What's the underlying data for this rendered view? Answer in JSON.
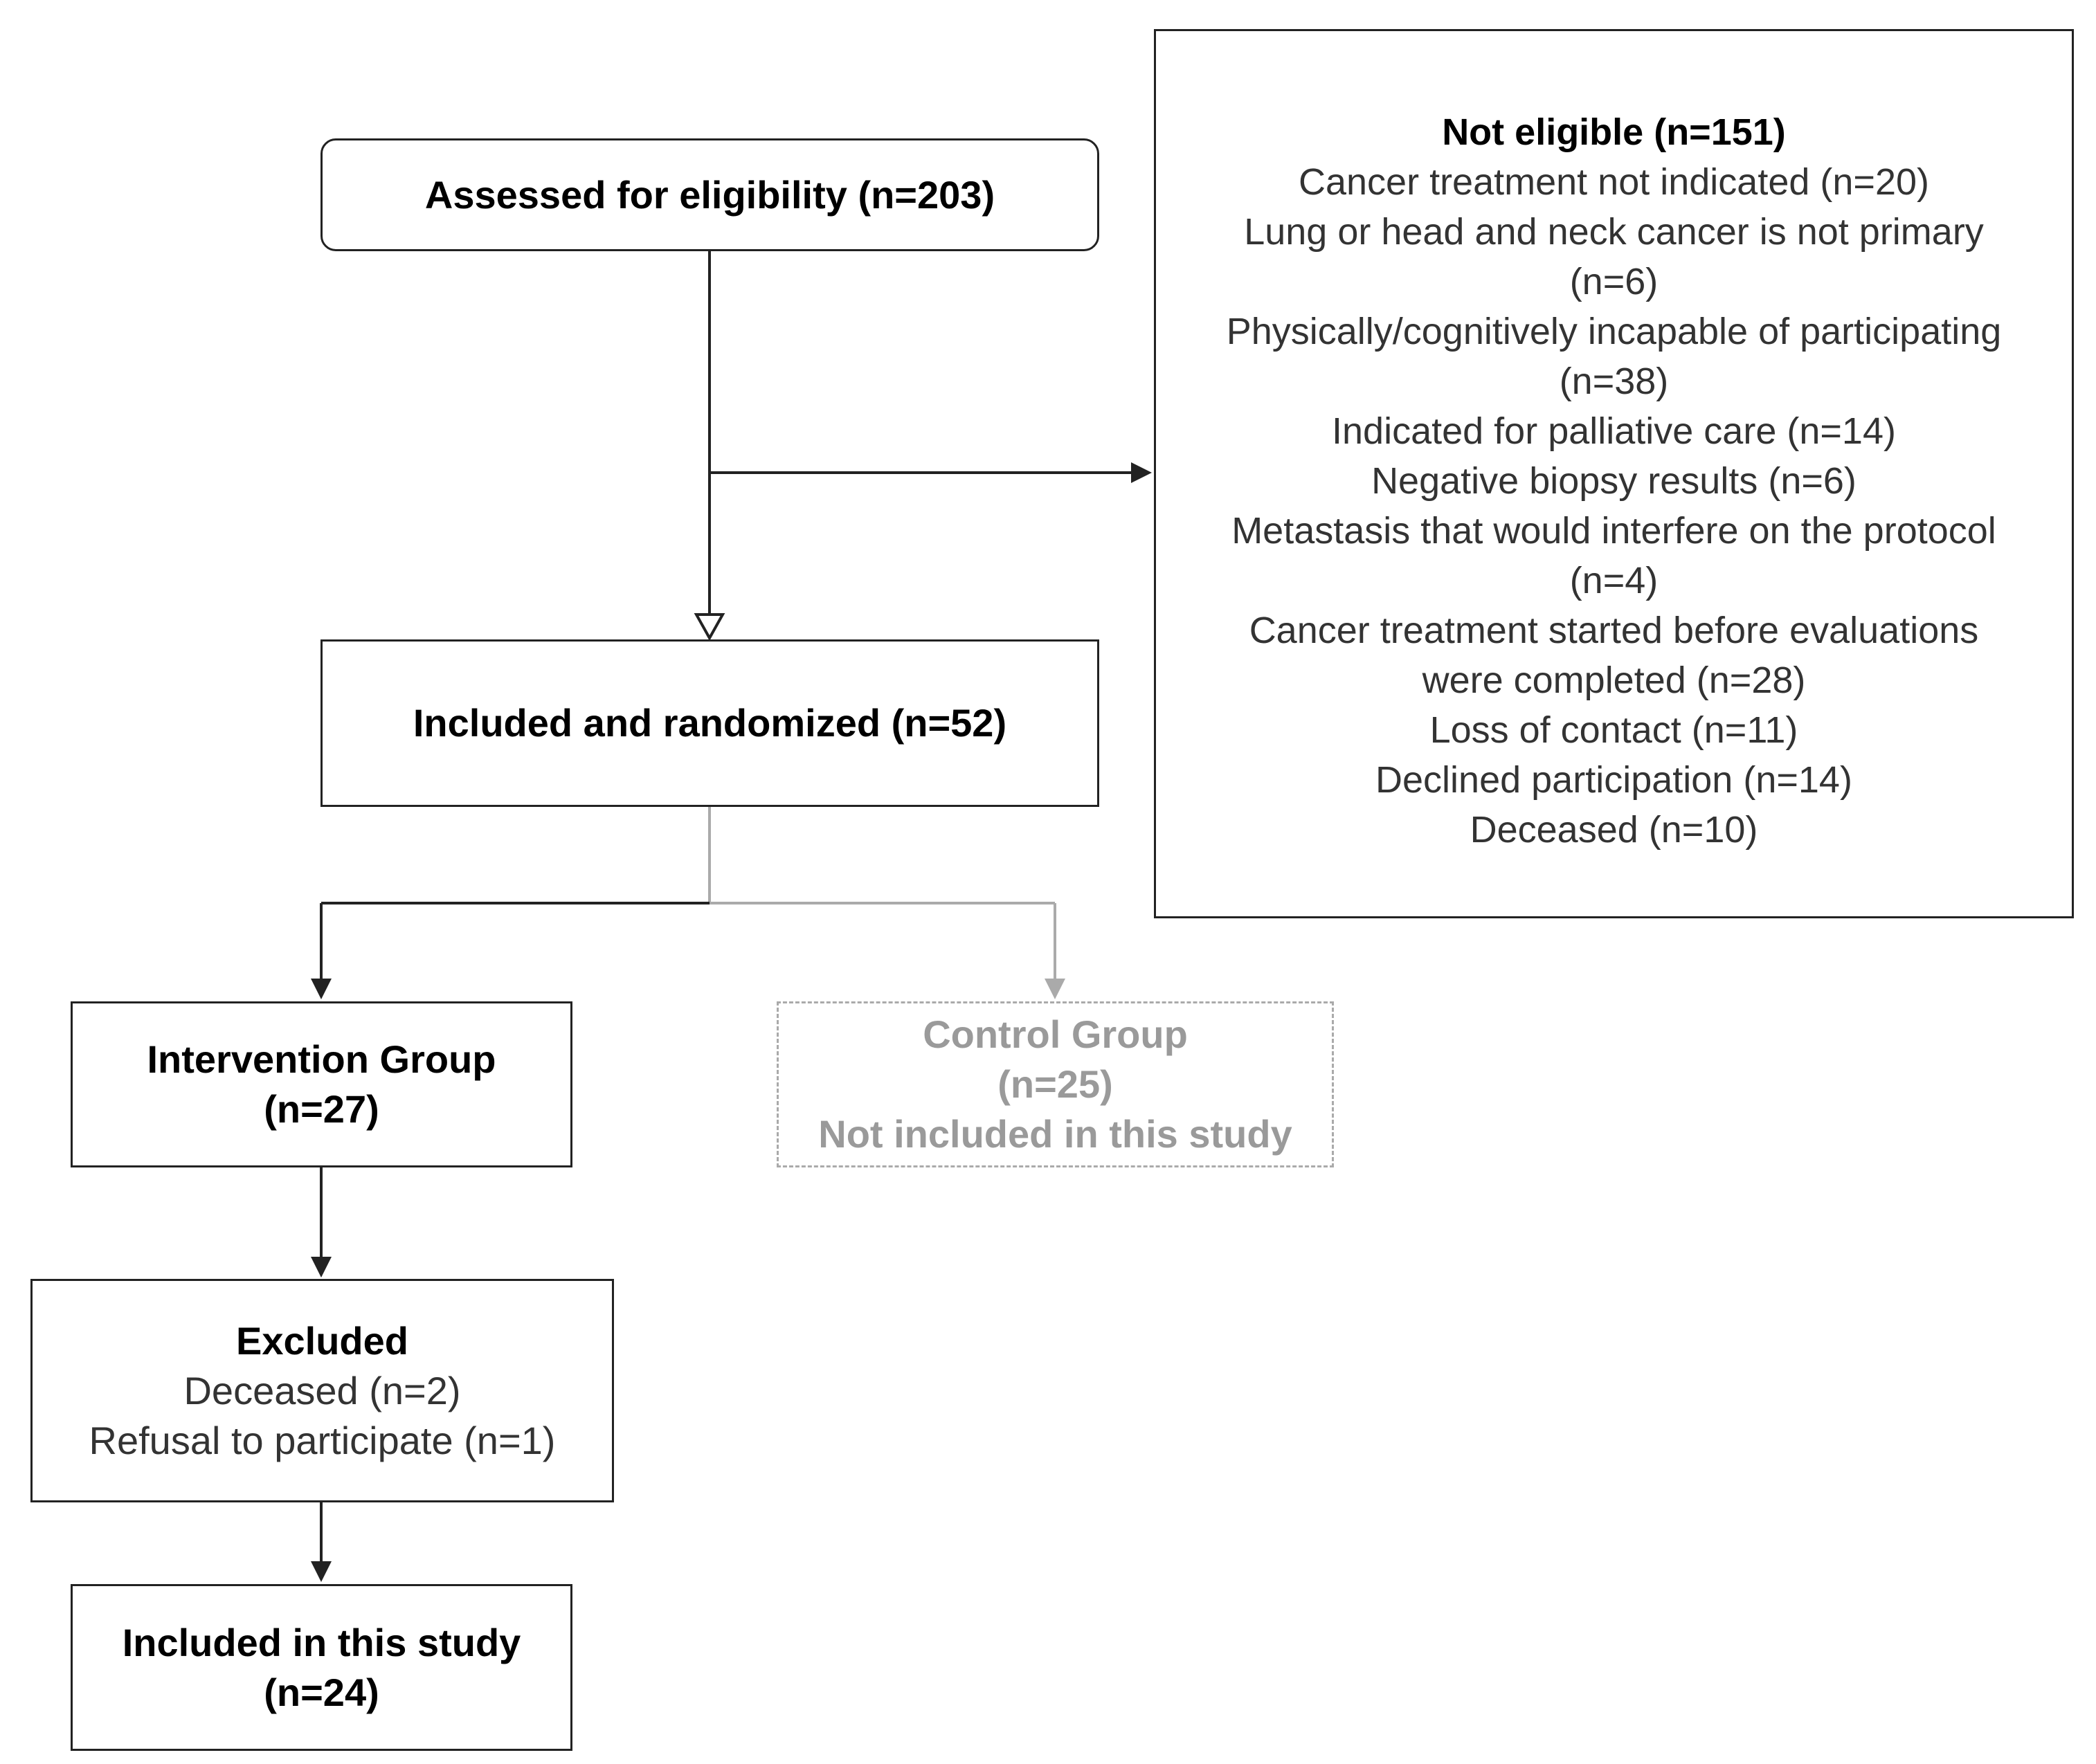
{
  "assessed": {
    "label": "Assessed for eligibility (n=203)"
  },
  "not_eligible": {
    "title": "Not eligible (n=151)",
    "reasons": [
      "Cancer treatment not indicated (n=20)",
      "Lung or head and neck cancer is not primary",
      "(n=6)",
      "Physically/cognitively incapable of participating",
      "(n=38)",
      "Indicated for palliative care (n=14)",
      "Negative biopsy results (n=6)",
      "Metastasis that would interfere on the protocol",
      "(n=4)",
      "Cancer treatment started before evaluations",
      "were completed (n=28)",
      "Loss of contact (n=11)",
      "Declined participation (n=14)",
      "Deceased (n=10)"
    ]
  },
  "randomized": {
    "label": "Included and randomized (n=52)"
  },
  "intervention": {
    "title": "Intervention Group",
    "count": "(n=27)"
  },
  "control": {
    "title": "Control Group",
    "count": "(n=25)",
    "note": "Not included in this study"
  },
  "excluded": {
    "title": "Excluded",
    "reasons": [
      "Deceased (n=2)",
      "Refusal to participate (n=1)"
    ]
  },
  "included_study": {
    "title": "Included in this study",
    "count": "(n=24)"
  },
  "colors": {
    "line": "#222222",
    "muted_line": "#aaaaaa",
    "muted_text": "#9a9a9a"
  }
}
